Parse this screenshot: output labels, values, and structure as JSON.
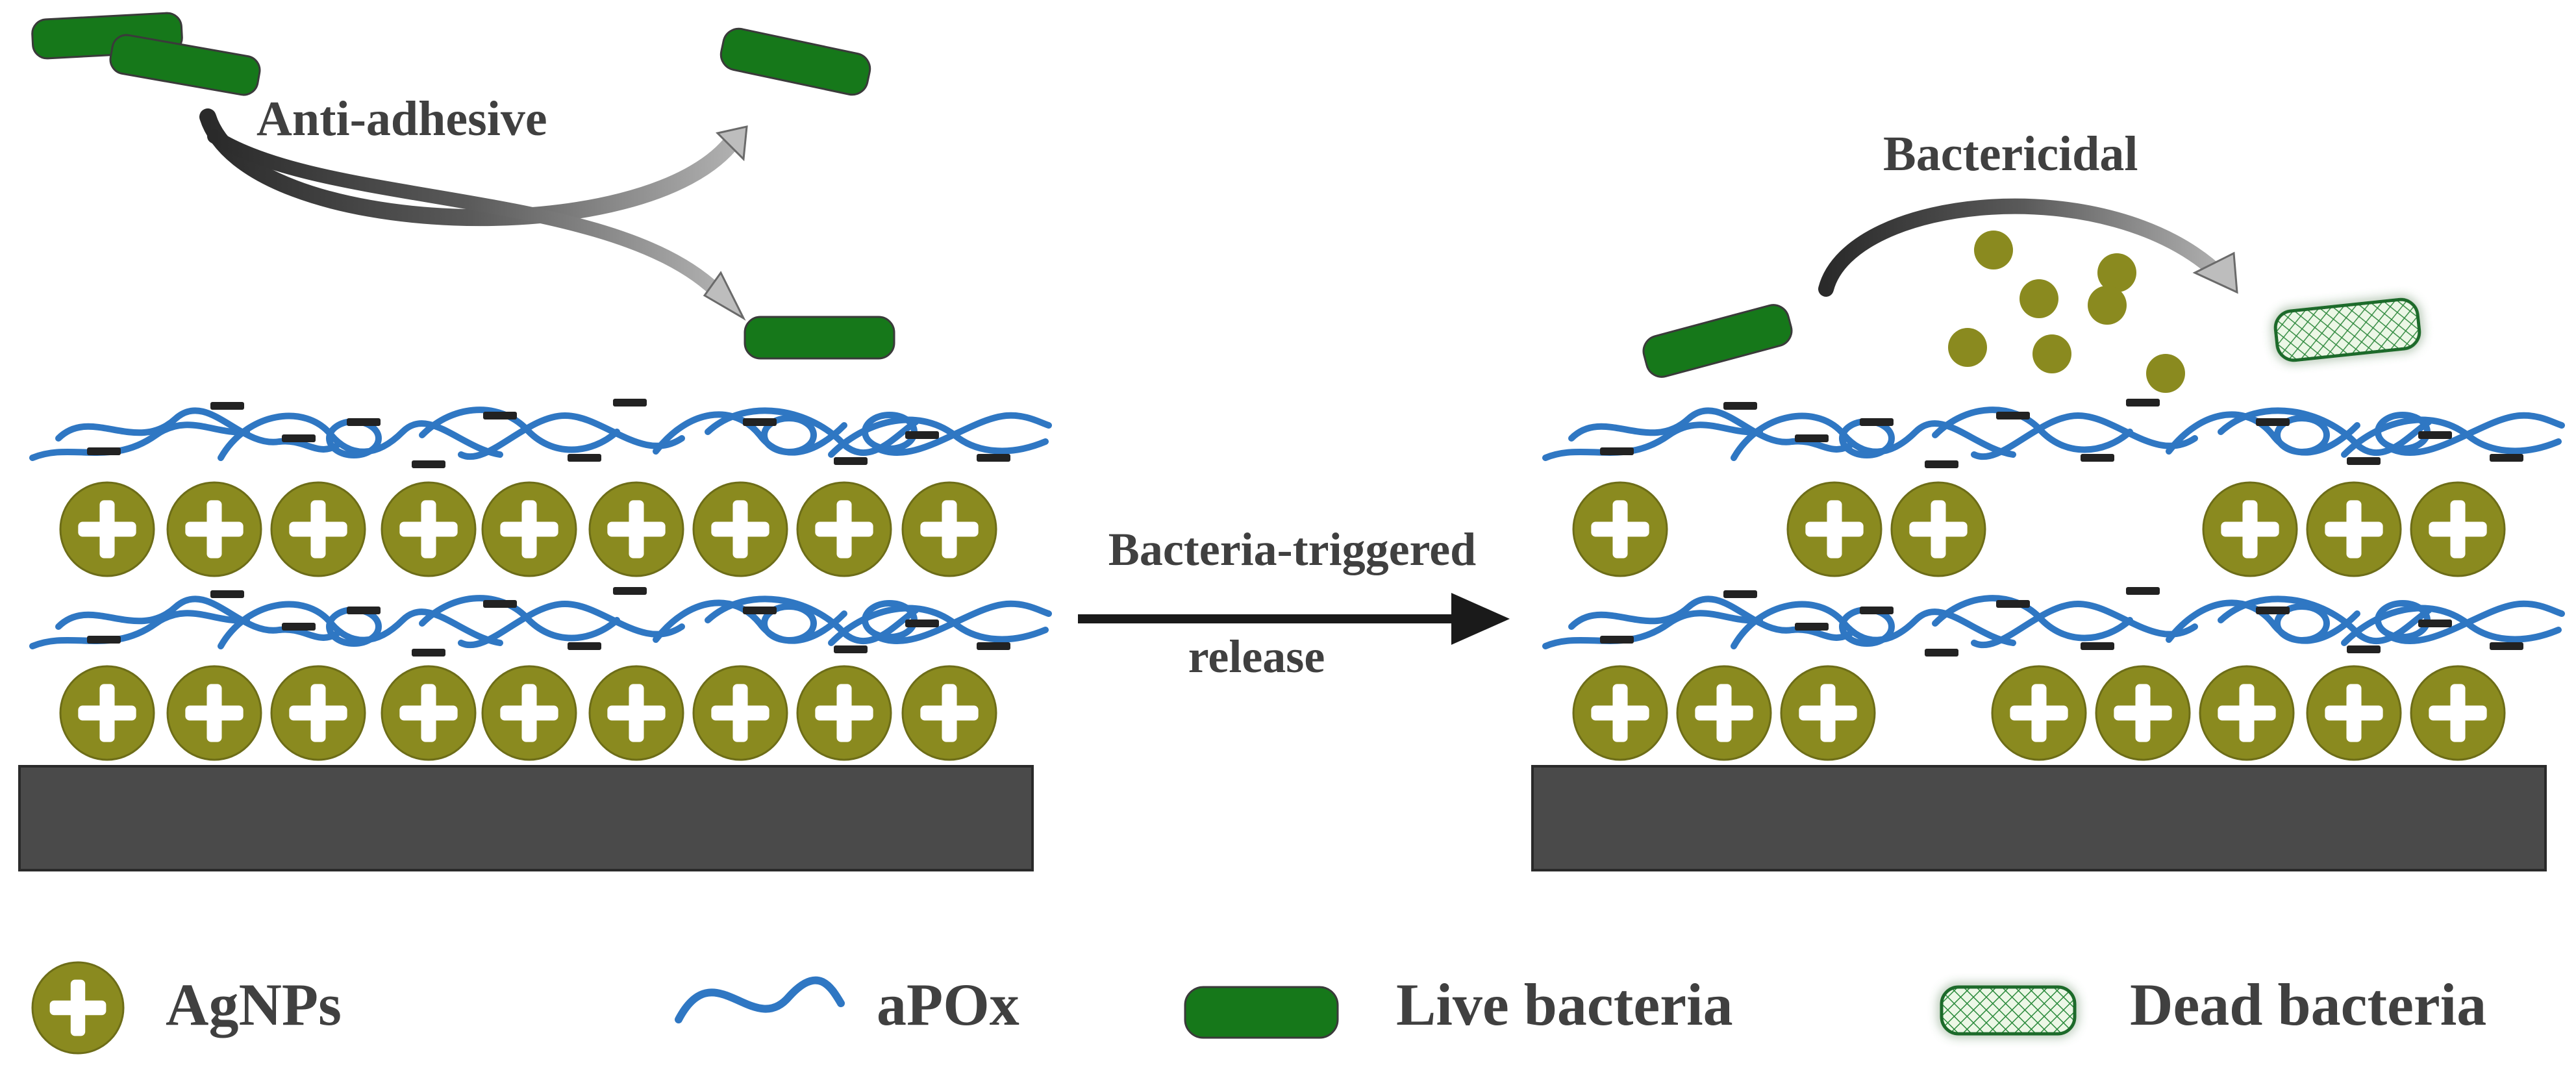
{
  "labels": {
    "anti_adhesive": "Anti-adhesive",
    "bactericidal": "Bactericidal",
    "trigger_line1": "Bacteria-triggered",
    "trigger_line2": "release"
  },
  "legend": {
    "agnps": "AgNPs",
    "apox": "aPOx",
    "live": "Live bacteria",
    "dead": "Dead bacteria"
  },
  "colors": {
    "agnp": "#8a8a1f",
    "polymer": "#2f77c3",
    "live_bacteria": "#16781a",
    "dead_bacteria": "#e8f4e0",
    "substrate": "#4a4a4a",
    "arrow": "#1a1a1a",
    "curved_arrow": "#5a5a5a"
  }
}
